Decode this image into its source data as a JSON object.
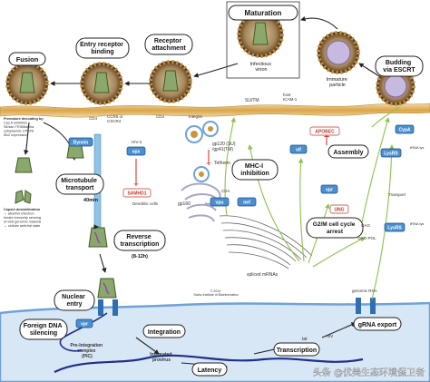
{
  "labels": {
    "maturation": "Maturation",
    "infectious_virion": "Infectious\nvirion",
    "receptor_attachment": "Receptor\nattachment",
    "entry_receptor_binding": "Entry receptor\nbinding",
    "fusion": "Fusion",
    "immature_particle": "Immature\nparticle",
    "budding": "Budding\nvia ESCRT",
    "microtubule_transport": "Microtubule\ntransport",
    "microtubule_time": "40min",
    "reverse_transcription": "Reverse\ntranscription",
    "reverse_time": "(8-12h)",
    "mhc_inhibition": "MHC-I\ninhibition",
    "assembly": "Assembly",
    "g2m_arrest": "G2/M cell cycle\narrest",
    "nuclear_entry": "Nuclear\nentry",
    "foreign_dna": "Foreign DNA\nsilencing",
    "integration": "Integration",
    "latency": "Latency",
    "transcription": "Transcription",
    "grna_export": "gRNA export"
  },
  "small_text": {
    "cd4_a": "CD4",
    "ccr5": "CCR5 or\nCXCR4",
    "cd4_b": "CD4",
    "integrin": "Integrin",
    "su_tm": "SU/TM",
    "host_icam": "host\nICAM-1",
    "gp120": "gp120 (SU)\n/gp41(TM)",
    "tetherin": "Tetherin",
    "cd4_c": "CD4",
    "gp160": "gp160",
    "spliced": "spliced mRNAs",
    "gag": "GAG",
    "gagpol": "GAG-POL",
    "genomic_rna": "genomic RNA",
    "dendritic": "Dendritic cells",
    "hiv2": "HIV-2",
    "transport": "Transport",
    "pic": "Pre-Integration\ncomplex\n(PIC)",
    "provirus": "Integrated\nprovirus",
    "tat": "tat",
    "rev": "rev",
    "vpr_nuc": "vpr",
    "copyright": "© 2014\nSwiss Institute of Bioinformatics",
    "trna_lys": "tRNA lys",
    "premature": "Premature decoating by:\nCyp A inhibition\nSimian TRIM5alpha\ncytoplasmic CPSF6\nMx2 expression",
    "capsid": "Capsid destabilization\n→ abortive infection\nInnate immunity sensing\nof viral genomic material\n→ cellular antiviral state"
  },
  "badges": {
    "dynein": "Dynein",
    "vpx": "vpx",
    "samhd1": "SAMHD1",
    "vpu": "vpu",
    "nef": "nef",
    "vif": "vif",
    "apobec": "APOBEC",
    "vpr": "vpr",
    "ung": "UNG",
    "cypa": "CypA",
    "lysrs_a": "LysRS",
    "lysrs_b": "LysRS"
  },
  "watermark": "头条 @优美生态环境保卫者",
  "colors": {
    "membrane": "#d9a54a",
    "membrane_inner": "#f3d9a8",
    "cytoplasm": "#ffffff",
    "nucleus": "#d7e7f6",
    "nucleus_edge": "#6fa3d6",
    "virion_shell": "#6f4a2d",
    "virion_core": "#8aa86b",
    "spike": "#c8963e",
    "arrow_green": "#8bc34a",
    "arrow_red": "#d23b2f",
    "badge_blue": "#4a8fcf"
  }
}
